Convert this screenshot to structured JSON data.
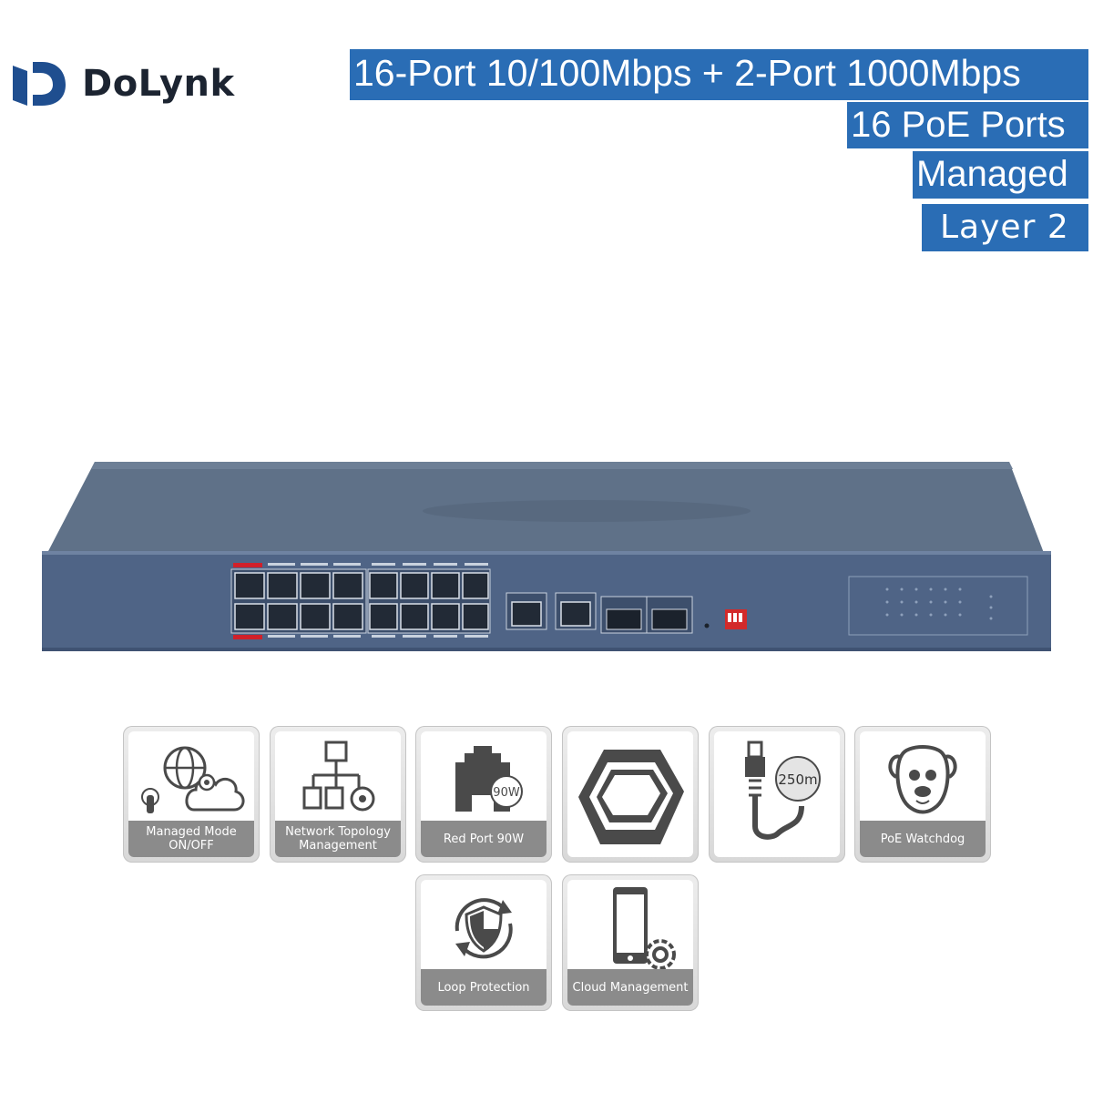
{
  "brand": {
    "name": "DoLynk",
    "mark_color": "#1f4e8f"
  },
  "specs": [
    "16-Port 10/100Mbps + 2-Port 1000Mbps",
    "16 PoE Ports",
    "Managed",
    "Layer 2"
  ],
  "spec_tag_color": "#2a6db5",
  "features": [
    {
      "icon": "cloud-gear-icon",
      "label": "Managed Mode ON/OFF"
    },
    {
      "icon": "network-topology-icon",
      "label": "Network Topology Management"
    },
    {
      "icon": "poe-port-90w-icon",
      "label": "Red Port 90W"
    },
    {
      "icon": "hexagon-frame-icon",
      "label": ""
    },
    {
      "icon": "cable-250m-icon",
      "label": ""
    },
    {
      "icon": "dog-face-icon",
      "label": "PoE Watchdog"
    },
    {
      "icon": "shield-loop-icon",
      "label": "Loop Protection"
    },
    {
      "icon": "phone-gear-icon",
      "label": "Cloud  Management"
    }
  ],
  "icon_badges": {
    "port_power": "90W",
    "cable_length": "250m"
  }
}
